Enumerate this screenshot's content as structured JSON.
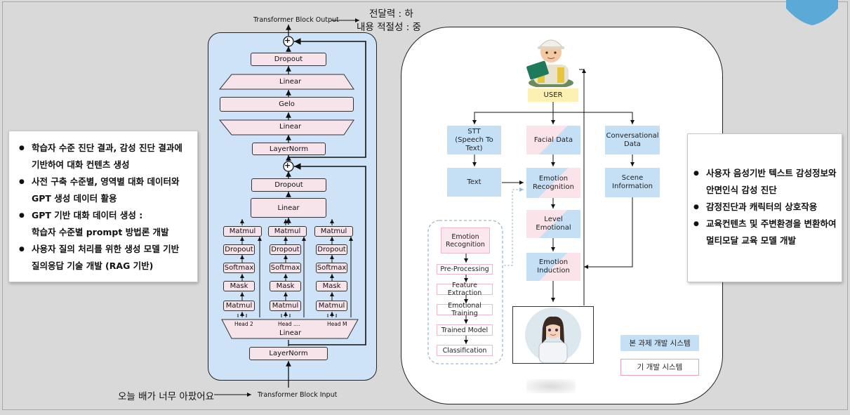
{
  "left_panel": {
    "bullets": [
      {
        "line1": "학습자 수준 진단 결과, 감성 진단 결과에",
        "line2": "기반하여 대화 컨텐츠 생성"
      },
      {
        "line1": "사전 구축 수준별, 영역별 대화 데이터와",
        "line2": "GPT 생성 데이터 활용"
      },
      {
        "line1": "GPT 기반 대화 데이터 생성 :",
        "line2": "학습자 수준별 prompt 방법론 개발"
      },
      {
        "line1": "사용자 질의 처리를 위한 생성 모델 기반",
        "line2": "질의응답 기술 개발 (RAG 기반)"
      }
    ]
  },
  "transformer": {
    "output_label": "Transformer Block Output",
    "input_label": "Transformer Block Input",
    "eval_line1": "전달력 : 하",
    "eval_line2": "내용 적절성 : 중",
    "input_example": "오늘 배가 너무 아팠어요",
    "dropout_top": "Dropout",
    "linear_top": "Linear",
    "gelo": "Gelo",
    "linear_mid": "Linear",
    "layernorm_top": "LayerNorm",
    "dropout_mid": "Dropout",
    "linear_big": "Linear",
    "matmul": "Matmul",
    "dropout": "Dropout",
    "softmax": "Softmax",
    "mask": "Mask",
    "head2": "Head 2",
    "head_dots": "Head ....",
    "headm": "Head M",
    "linear_bottom": "Linear",
    "layernorm_bottom": "LayerNorm",
    "plus": "+"
  },
  "system": {
    "user": "USER",
    "stt": "STT\n(Speech To Text)",
    "facial": "Facial Data",
    "conversational": "Conversational\nData",
    "text": "Text",
    "emotion_recognition": "Emotion\nRecognition",
    "scene": "Scene\nInformation",
    "level": "Level\nEmotional",
    "induction": "Emotion\nInduction",
    "pipeline": {
      "title": "Emotion\nRecognition",
      "steps": [
        "Pre-Processing",
        "Feature Extraction",
        "Emotional Training",
        "Trained Model",
        "Classification"
      ]
    },
    "legend_blue": "본 과제 개발 시스템",
    "legend_pink": "기 개발 시스템"
  },
  "right_panel": {
    "bullets": [
      {
        "line1": "사용자 음성기반 텍스트 감성정보와",
        "line2": "안면인식 감성 진단"
      },
      {
        "line1": "감정진단과 캐릭터의 상호작용",
        "line2": ""
      },
      {
        "line1": "교육컨텐츠 및 주변환경을 변환하여",
        "line2": "멀티모달 교육 모델 개발"
      }
    ]
  },
  "colors": {
    "background": "#d9d9d9",
    "transformer_bg": "#cfe3f8",
    "blue_node": "#c5dff5",
    "pink_node": "#fbe3ea",
    "user_node": "#fdf0b3",
    "badge": "#5aa9d6"
  }
}
